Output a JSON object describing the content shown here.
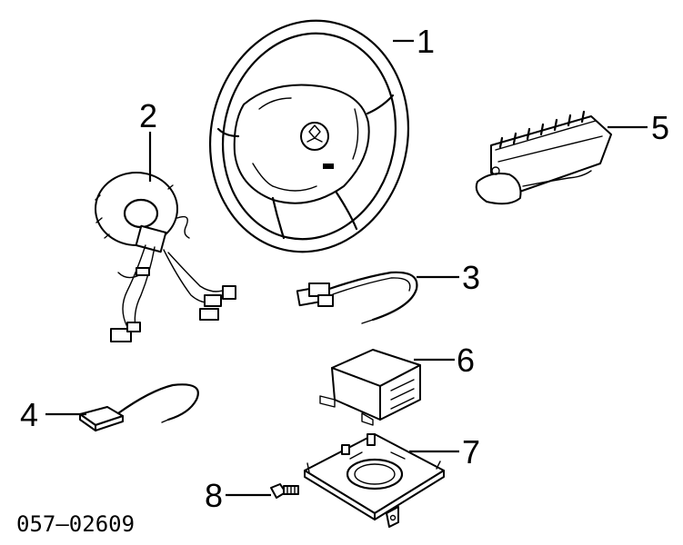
{
  "diagram": {
    "reference_code": "057–02609",
    "parts": [
      {
        "callout": "1",
        "part": "steering-wheel"
      },
      {
        "callout": "2",
        "part": "clock-spring"
      },
      {
        "callout": "3",
        "part": "sensor-harness"
      },
      {
        "callout": "4",
        "part": "sensor-lead"
      },
      {
        "callout": "5",
        "part": "passenger-airbag-module"
      },
      {
        "callout": "6",
        "part": "airbag-control-unit"
      },
      {
        "callout": "7",
        "part": "mounting-bracket"
      },
      {
        "callout": "8",
        "part": "bolt"
      }
    ]
  }
}
